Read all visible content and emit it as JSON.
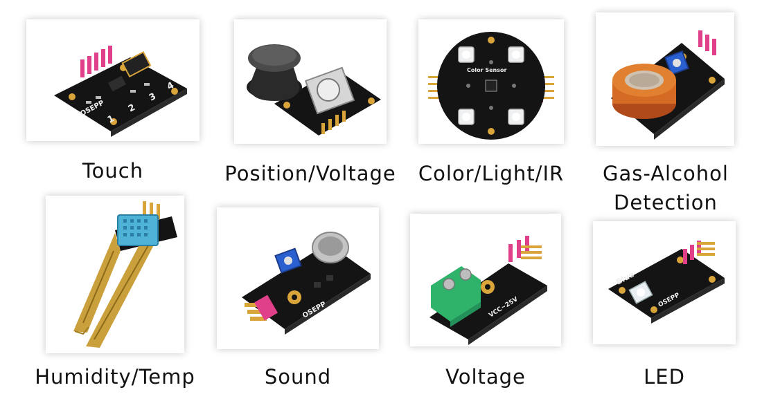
{
  "sensors": [
    {
      "label": "Touch"
    },
    {
      "label": "Position/Voltage"
    },
    {
      "label": "Color/Light/IR"
    },
    {
      "label": "Gas-Alcohol Detection"
    },
    {
      "label": "Humidity/Temp"
    },
    {
      "label": "Sound"
    },
    {
      "label": "Voltage"
    },
    {
      "label": "LED"
    }
  ],
  "colors": {
    "pcb": "#141414",
    "header_pins": "#e0408a",
    "gold_pads": "#d9a43a"
  }
}
